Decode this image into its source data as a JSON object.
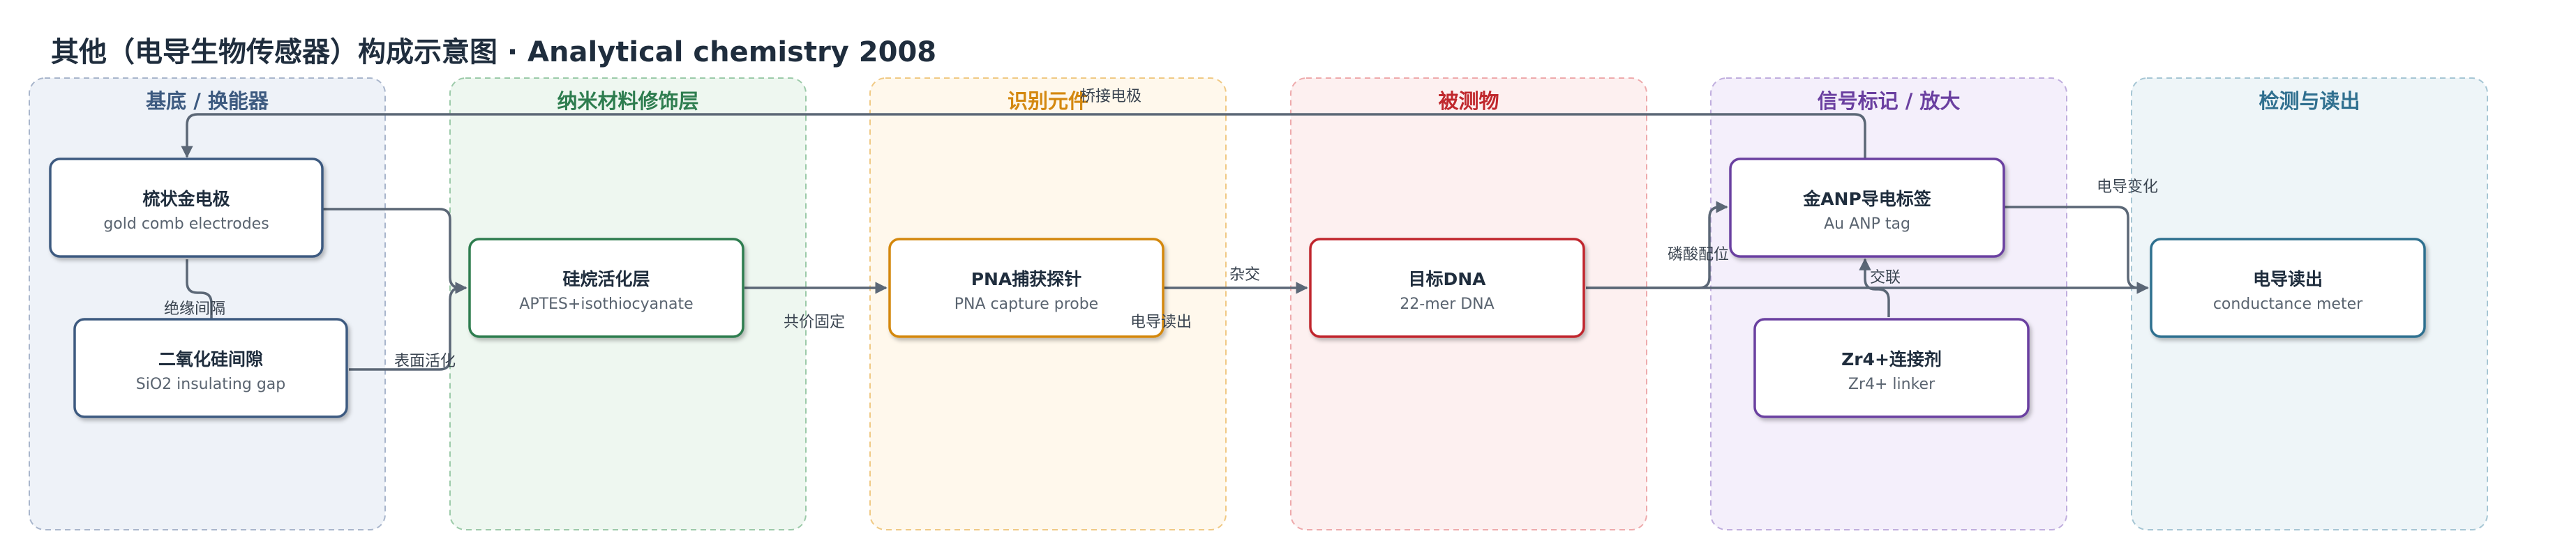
{
  "title": "其他（电导生物传感器）构成示意图 · Analytical chemistry 2008",
  "lanes": [
    {
      "title": "基底 / 换能器",
      "color": "#3d5a80",
      "fill": "#eef2f8",
      "border": "#a9b6cc"
    },
    {
      "title": "纳米材料修饰层",
      "color": "#2e7d4f",
      "fill": "#eef7f0",
      "border": "#9ccaa9"
    },
    {
      "title": "识别元件",
      "color": "#d4880f",
      "fill": "#fff8ec",
      "border": "#f0c984"
    },
    {
      "title": "被测物",
      "color": "#c0282d",
      "fill": "#fdf0f0",
      "border": "#eeaaac"
    },
    {
      "title": "信号标记 / 放大",
      "color": "#6a3fa0",
      "fill": "#f4effb",
      "border": "#c0aede"
    },
    {
      "title": "检测与读出",
      "color": "#2f6f8f",
      "fill": "#eef5f8",
      "border": "#a6c6d4"
    }
  ],
  "nodes": {
    "comb": {
      "title": "梳状金电极",
      "subtitle": "gold comb electrodes",
      "border": "#3d5a80"
    },
    "sio2": {
      "title": "二氧化硅间隙",
      "subtitle": "SiO2 insulating gap",
      "border": "#3d5a80"
    },
    "silane": {
      "title": "硅烷活化层",
      "subtitle": "APTES+isothiocyanate",
      "border": "#2e7d4f"
    },
    "pna": {
      "title": "PNA捕获探针",
      "subtitle": "PNA capture probe",
      "border": "#d4880f"
    },
    "dna": {
      "title": "目标DNA",
      "subtitle": "22-mer DNA",
      "border": "#c0282d"
    },
    "anp": {
      "title": "金ANP导电标签",
      "subtitle": "Au ANP tag",
      "border": "#6a3fa0"
    },
    "zr": {
      "title": "Zr4+连接剂",
      "subtitle": "Zr4+ linker",
      "border": "#6a3fa0"
    },
    "meter": {
      "title": "电导读出",
      "subtitle": "conductance meter",
      "border": "#2f6f8f"
    }
  },
  "edge_labels": {
    "insulating_gap": "绝缘间隔",
    "surface_activation": "表面活化",
    "covalent_immobilization": "共价固定",
    "hybridization": "杂交",
    "phosphate_coordination": "磷酸配位",
    "crosslink": "交联",
    "bridge_electrode": "桥接电极",
    "conductance_change": "电导变化",
    "conductance_readout": "电导读出"
  }
}
